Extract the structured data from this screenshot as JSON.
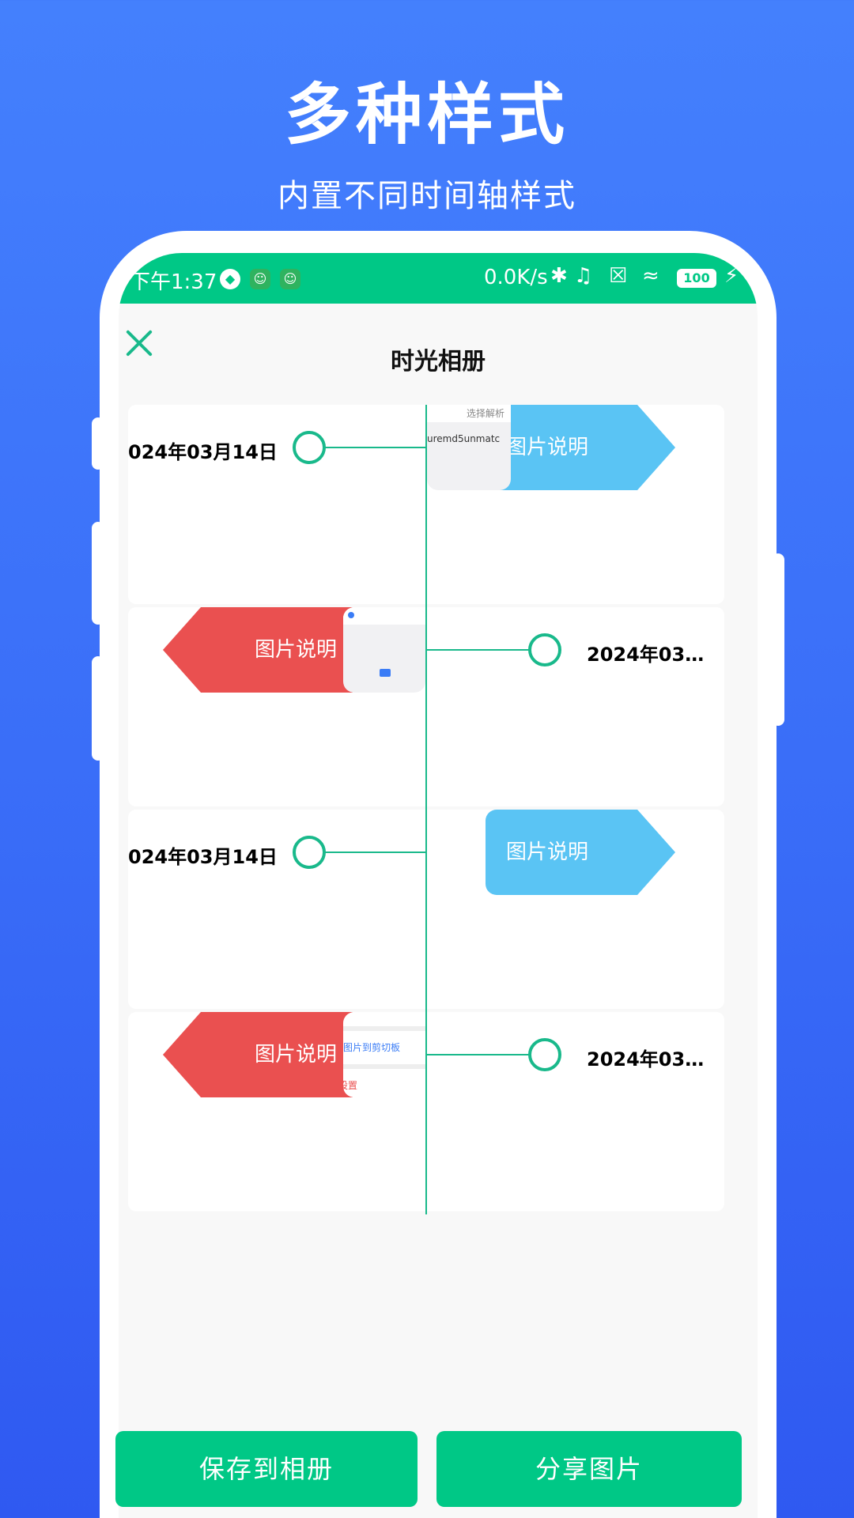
{
  "hero": {
    "title": "多种样式",
    "subtitle": "内置不同时间轴样式"
  },
  "statusbar": {
    "time": "下午1:37",
    "net_speed": "0.0K/s",
    "battery": "100",
    "icons": [
      "shield-icon",
      "app-icon",
      "app-icon",
      "bluetooth-icon",
      "mute-icon",
      "sim-icon",
      "wifi-icon",
      "battery-icon",
      "charging-icon"
    ]
  },
  "appbar": {
    "title": "时光相册",
    "close_icon": "close-icon"
  },
  "timeline": {
    "entries": [
      {
        "date": "024年03月14日",
        "caption": "图片说明",
        "side": "right",
        "thumb_text": "uremd5unmatc",
        "thumb_header": "选择解析"
      },
      {
        "date": "2024年03...",
        "caption": "图片说明",
        "side": "left",
        "thumb_text": ""
      },
      {
        "date": "024年03月14日",
        "caption": "图片说明",
        "side": "right",
        "thumb_text": ""
      },
      {
        "date": "2024年03...",
        "caption": "图片说明",
        "side": "left",
        "thumb_text": "图片到剪切板",
        "thumb_footer": "设置"
      }
    ]
  },
  "buttons": {
    "save": "保存到相册",
    "share": "分享图片"
  },
  "colors": {
    "accent": "#00c886",
    "timeline_line": "#19b98b",
    "tag_blue": "#5ac4f4",
    "tag_red": "#ea5050",
    "background_top": "#4480fd",
    "background_bottom": "#2f59f1"
  }
}
